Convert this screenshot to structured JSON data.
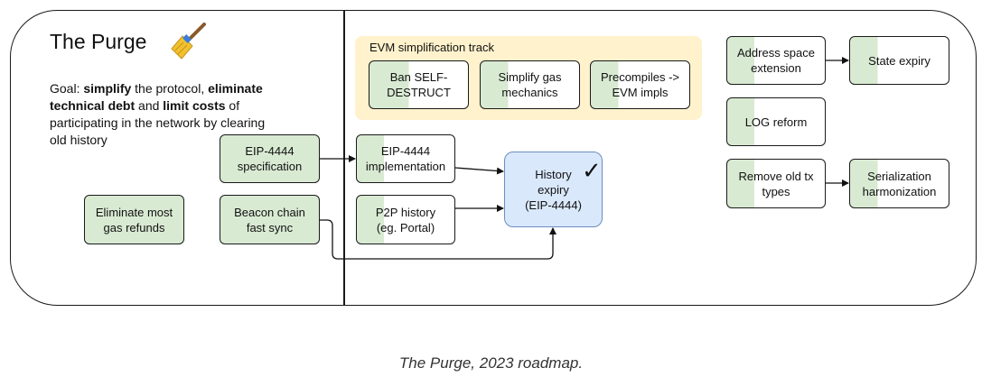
{
  "diagram": {
    "title": "The Purge",
    "goal": {
      "goal_label": "Goal: ",
      "simplify": "simplify",
      "text1": " the protocol, ",
      "tech_debt": "eliminate technical debt",
      "and": " and ",
      "limit_costs": "limit costs",
      "text2": " of participating in the network by clearing old history"
    },
    "track_label": "EVM simplification track",
    "nodes": {
      "ban_selfdestruct": "Ban SELF-\nDESTRUCT",
      "simplify_gas": "Simplify gas\nmechanics",
      "precompiles": "Precompiles ->\nEVM impls",
      "eip4444_spec": "EIP-4444\nspecification",
      "eip4444_impl": "EIP-4444\nimplementation",
      "history_expiry": "History\nexpiry\n(EIP-4444)",
      "p2p_history": "P2P history\n(eg. Portal)",
      "beacon_sync": "Beacon chain\nfast sync",
      "gas_refunds": "Eliminate most\ngas refunds",
      "address_space": "Address space\nextension",
      "state_expiry": "State expiry",
      "log_reform": "LOG reform",
      "remove_tx_types": "Remove old tx\ntypes",
      "serialization": "Serialization\nharmonization"
    },
    "completed_mark": "✓",
    "colors": {
      "done": "#d9ead3",
      "track": "#fff2cc",
      "highlight": "#dae8fc",
      "highlight_border": "#6c8ebf",
      "broom": "#f2c12e"
    }
  },
  "caption": "The Purge, 2023 roadmap."
}
